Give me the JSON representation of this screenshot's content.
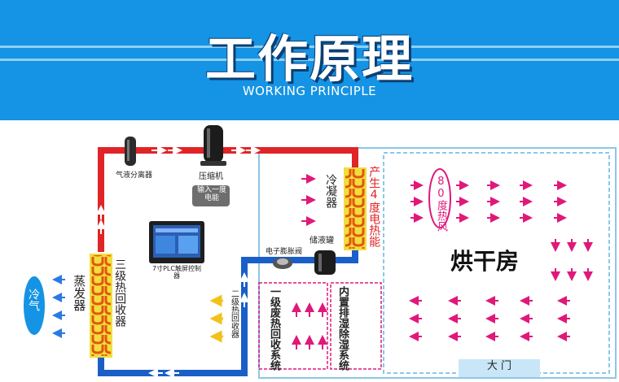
{
  "header": {
    "title": "工作原理",
    "subtitle": "WORKING PRINCIPLE"
  },
  "labels": {
    "separator": "气液分离器",
    "compressor": "压缩机",
    "compressor_input": "输入一度电能",
    "controller": "7寸PLC触屏控制器",
    "expansion_valve": "电子膨胀阀",
    "liquid_tank": "储液罐",
    "condenser": "冷凝器",
    "heat_output": "产生4度电热能",
    "hot_air": "80度热风",
    "dry_room": "烘干房",
    "evaporator": "蒸发器",
    "tertiary_recovery": "三级热回收器",
    "secondary_recovery": "二级热回收器",
    "primary_recovery": "一级废热回收系统",
    "dehumidify": "内置排湿除湿系统",
    "cold_air": "冷气",
    "door": "大  门"
  },
  "colors": {
    "banner": "#1593e4",
    "hot_pipe": "#e02427",
    "cold_pipe": "#1a5fc8",
    "coil": "#e2570f",
    "coil_frame": "#f1dd3c",
    "air_arrow": "#e0187a",
    "cool_arrow": "#2a7be0",
    "recovery_arrow": "#f2c21a",
    "room_border": "#8cc7e8",
    "door_bg": "#c8e6f8"
  }
}
